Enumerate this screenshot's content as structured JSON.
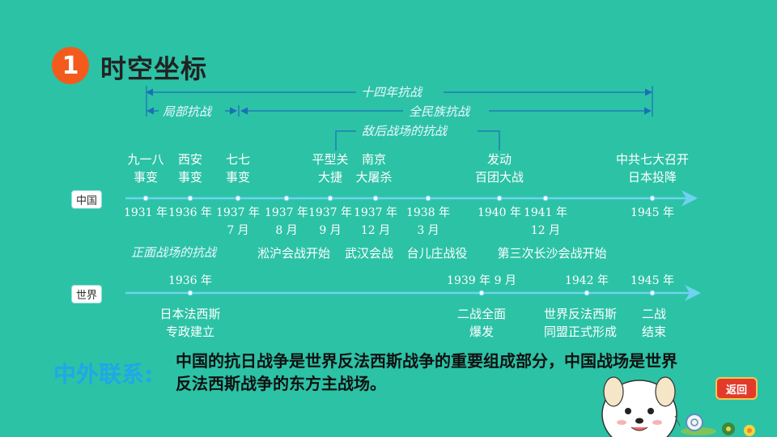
{
  "header": {
    "number": "1",
    "title": "时空坐标"
  },
  "periods": {
    "fourteen_years": "十四年抗战",
    "local": "局部抗战",
    "national": "全民族抗战",
    "behind_enemy": "敌后战场的抗战",
    "frontal": "正面战场的抗战"
  },
  "china": {
    "label": "中国",
    "events_above": [
      {
        "lines": [
          "九一八",
          "事变"
        ]
      },
      {
        "lines": [
          "西安",
          "事变"
        ]
      },
      {
        "lines": [
          "七七",
          "事变"
        ]
      },
      {
        "lines": [
          "平型关",
          "大捷"
        ]
      },
      {
        "lines": [
          "南京",
          "大屠杀"
        ]
      },
      {
        "lines": [
          "发动",
          "百团大战"
        ]
      },
      {
        "lines": [
          "中共七大召开",
          "日本投降"
        ]
      }
    ],
    "dates": [
      {
        "lines": [
          "1931 年"
        ]
      },
      {
        "lines": [
          "1936 年"
        ]
      },
      {
        "lines": [
          "1937 年",
          "7 月"
        ]
      },
      {
        "lines": [
          "1937 年",
          "8 月"
        ]
      },
      {
        "lines": [
          "1937 年",
          "9 月"
        ]
      },
      {
        "lines": [
          "1937 年",
          "12 月"
        ]
      },
      {
        "lines": [
          "1938 年",
          "3 月"
        ]
      },
      {
        "lines": [
          "1940 年"
        ]
      },
      {
        "lines": [
          "1941 年",
          "12 月"
        ]
      },
      {
        "lines": [
          "1945 年"
        ]
      }
    ],
    "events_below": [
      "淞沪会战开始",
      "武汉会战",
      "台儿庄战役",
      "第三次长沙会战开始"
    ]
  },
  "world": {
    "label": "世界",
    "dates": [
      "1936 年",
      "1939 年 9 月",
      "1942 年",
      "1945 年"
    ],
    "events": [
      {
        "lines": [
          "日本法西斯",
          "专政建立"
        ]
      },
      {
        "lines": [
          "二战全面",
          "爆发"
        ]
      },
      {
        "lines": [
          "世界反法西斯",
          "同盟正式形成"
        ]
      },
      {
        "lines": [
          "二战",
          "结束"
        ]
      }
    ]
  },
  "connection": {
    "label": "中外联系:",
    "text": "中国的抗日战争是世界反法西斯战争的重要组成部分，中国战场是世界反法西斯战争的东方主战场。"
  },
  "back_button": "返回"
}
